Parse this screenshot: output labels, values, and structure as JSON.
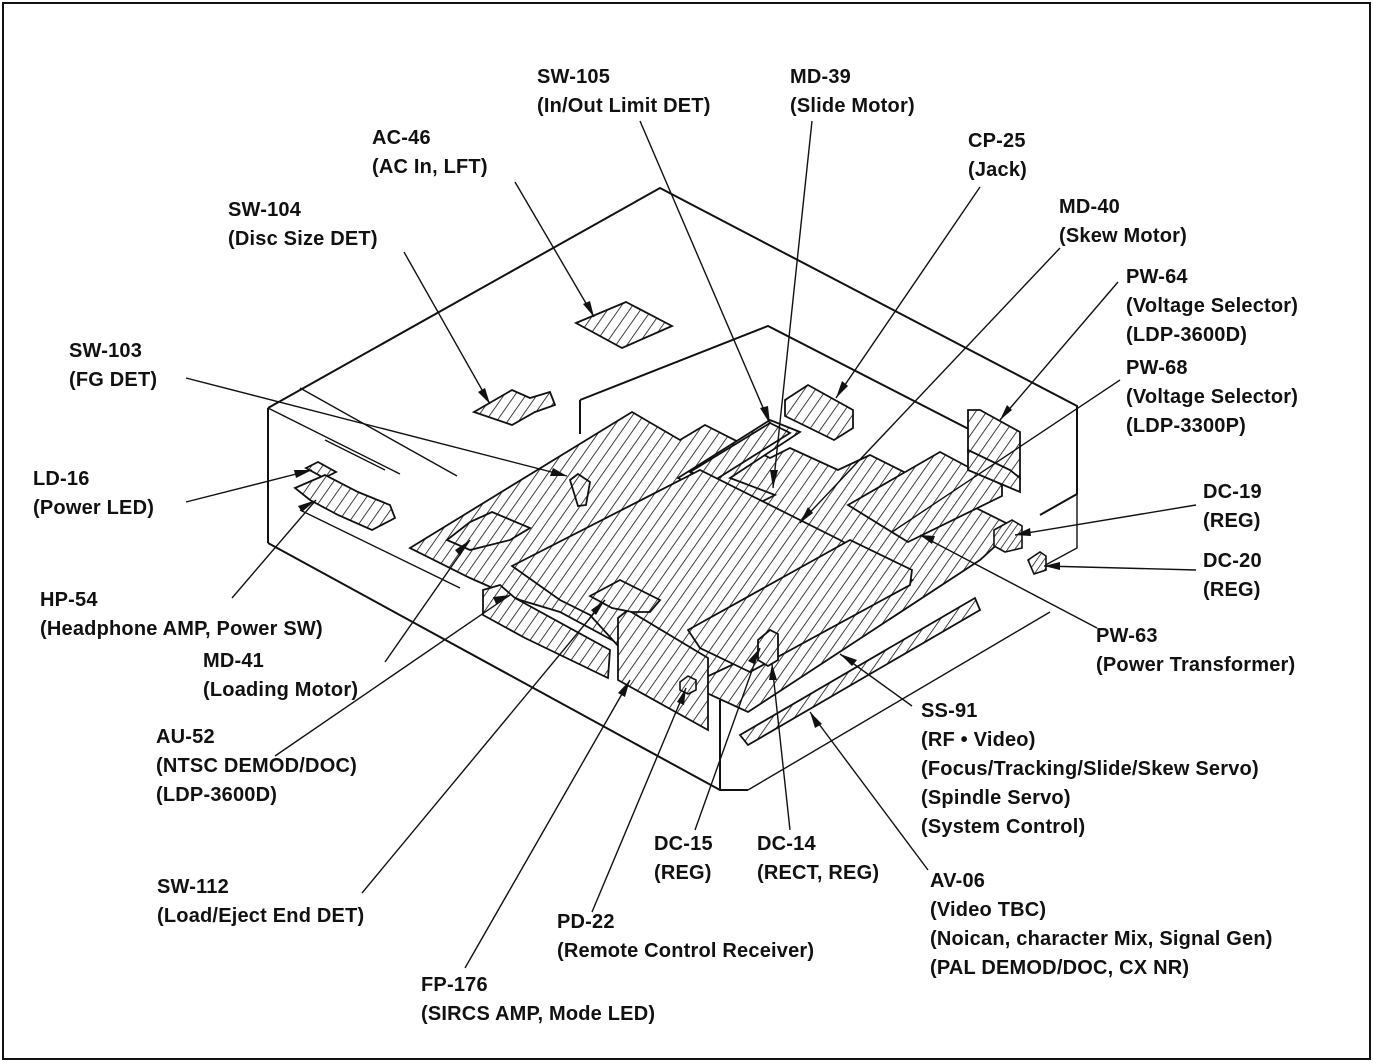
{
  "colors": {
    "ink": "#111111",
    "background": "#ffffff"
  },
  "components": {
    "sw105": {
      "code": "SW-105",
      "desc": [
        "(In/Out Limit DET)"
      ]
    },
    "md39": {
      "code": "MD-39",
      "desc": [
        "(Slide Motor)"
      ]
    },
    "ac46": {
      "code": "AC-46",
      "desc": [
        "(AC In, LFT)"
      ]
    },
    "cp25": {
      "code": "CP-25",
      "desc": [
        "(Jack)"
      ]
    },
    "sw104": {
      "code": "SW-104",
      "desc": [
        "(Disc Size DET)"
      ]
    },
    "md40": {
      "code": "MD-40",
      "desc": [
        "(Skew Motor)"
      ]
    },
    "pw64": {
      "code": "PW-64",
      "desc": [
        "(Voltage Selector)",
        "(LDP-3600D)"
      ]
    },
    "sw103": {
      "code": "SW-103",
      "desc": [
        "(FG DET)"
      ]
    },
    "pw68": {
      "code": "PW-68",
      "desc": [
        "(Voltage Selector)",
        "(LDP-3300P)"
      ]
    },
    "ld16": {
      "code": "LD-16",
      "desc": [
        "(Power LED)"
      ]
    },
    "dc19": {
      "code": "DC-19",
      "desc": [
        "(REG)"
      ]
    },
    "dc20": {
      "code": "DC-20",
      "desc": [
        "(REG)"
      ]
    },
    "hp54": {
      "code": "HP-54",
      "desc": [
        "(Headphone AMP, Power SW)"
      ]
    },
    "md41": {
      "code": "MD-41",
      "desc": [
        "(Loading Motor)"
      ]
    },
    "pw63": {
      "code": "PW-63",
      "desc": [
        "(Power Transformer)"
      ]
    },
    "au52": {
      "code": "AU-52",
      "desc": [
        "(NTSC DEMOD/DOC)",
        "(LDP-3600D)"
      ]
    },
    "ss91": {
      "code": "SS-91",
      "desc": [
        "(RF • Video)",
        "(Focus/Tracking/Slide/Skew Servo)",
        "(Spindle Servo)",
        "(System Control)"
      ]
    },
    "dc15": {
      "code": "DC-15",
      "desc": [
        "(REG)"
      ]
    },
    "dc14": {
      "code": "DC-14",
      "desc": [
        "(RECT, REG)"
      ]
    },
    "av06": {
      "code": "AV-06",
      "desc": [
        "(Video TBC)",
        "(Noican, character Mix, Signal Gen)",
        "(PAL DEMOD/DOC, CX NR)"
      ]
    },
    "sw112": {
      "code": "SW-112",
      "desc": [
        "(Load/Eject End DET)"
      ]
    },
    "pd22": {
      "code": "PD-22",
      "desc": [
        "(Remote Control Receiver)"
      ]
    },
    "fp176": {
      "code": "FP-176",
      "desc": [
        "(SIRCS AMP, Mode LED)"
      ]
    }
  }
}
